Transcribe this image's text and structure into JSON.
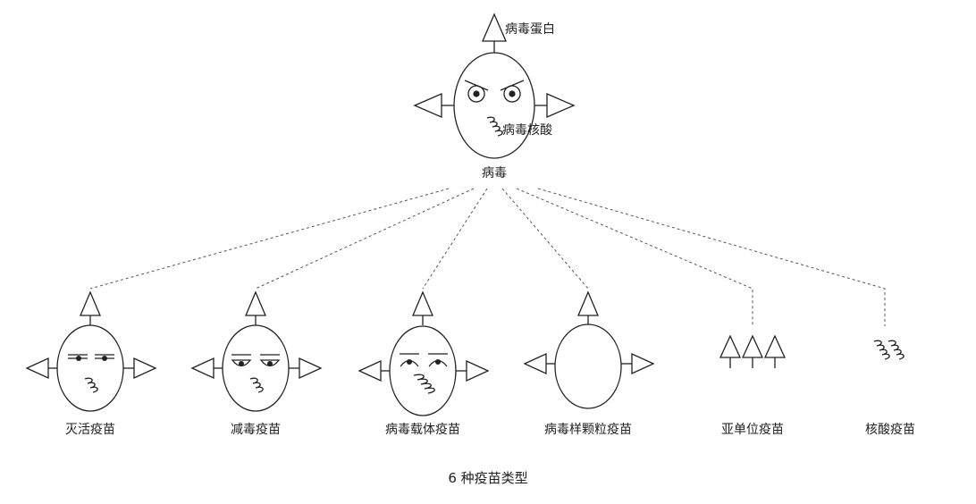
{
  "top": {
    "protein_label": "病毒蛋白",
    "nucleic_label": "病毒核酸",
    "virus_label": "病毒"
  },
  "vaccines": [
    {
      "label": "灭活疫苗"
    },
    {
      "label": "减毒疫苗"
    },
    {
      "label": "病毒载体疫苗"
    },
    {
      "label": "病毒样颗粒疫苗"
    },
    {
      "label": "亚单位疫苗"
    },
    {
      "label": "核酸疫苗"
    }
  ],
  "caption": "6 种疫苗类型"
}
